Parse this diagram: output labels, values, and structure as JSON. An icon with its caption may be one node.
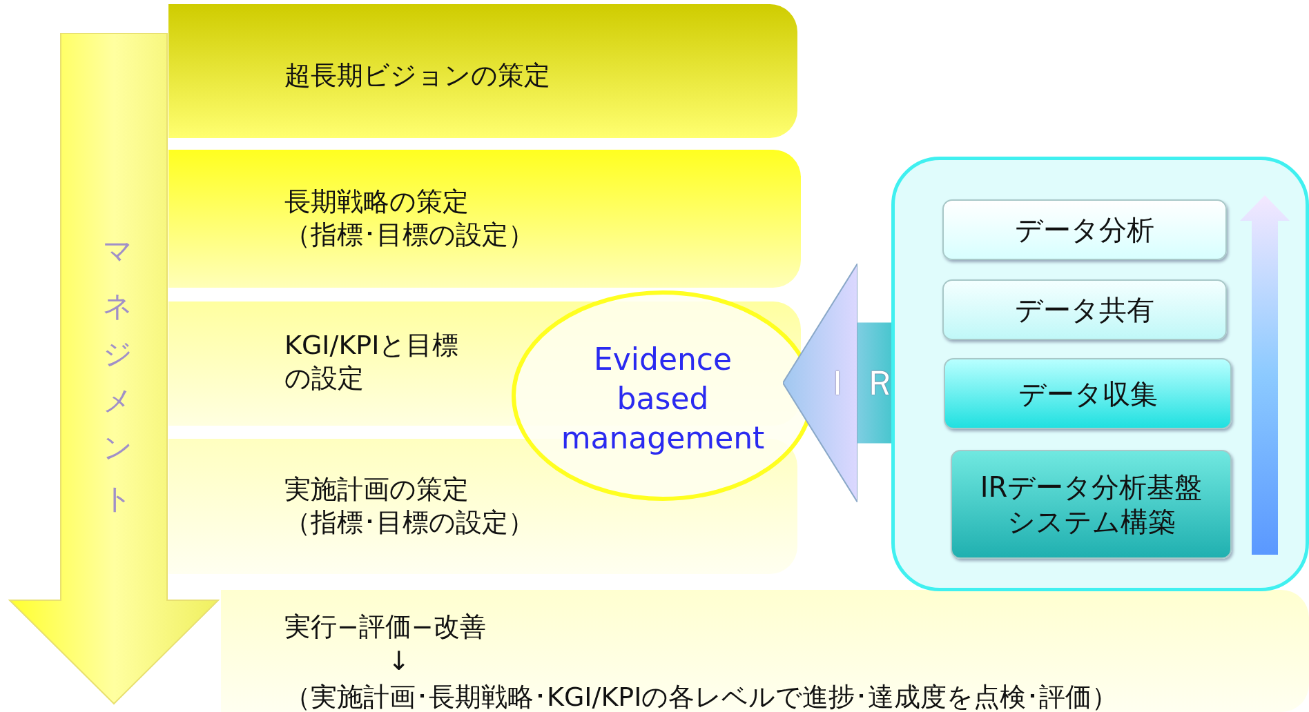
{
  "diagram": {
    "nodes": [
      {
        "text": [
          "超長期ビジョンの策定"
        ]
      },
      {
        "text": [
          "長期戦略の策定（指標･目標の設定）"
        ]
      },
      {
        "text": [
          "KGI/KPIと目標の設定"
        ]
      },
      {
        "text": [
          "実施計画の策定（指標･目標の設定）"
        ]
      },
      {
        "text": [
          "実行−評価−改善",
          "↓",
          "（実施計画･長期戦略･KGI/KPIの各レベルで進捗･達成度を点検･評価）"
        ]
      },
      {
        "text": [
          "マネジメント"
        ]
      },
      {
        "text": [
          "Evidence based management"
        ]
      },
      {
        "text": [],
        "shape": "box"
      },
      {
        "text": [
          "データ分析"
        ],
        "in": 7
      },
      {
        "text": [
          "データ共有"
        ],
        "in": 7
      },
      {
        "text": [
          "データ収集"
        ],
        "in": 7
      },
      {
        "text": [
          "IRデータ分析基盤システム構築"
        ],
        "in": 7
      }
    ],
    "edges": [
      {
        "from": 7,
        "to": 6,
        "arrow": "to",
        "label": "ＩＲ",
        "style": "thick"
      }
    ]
  }
}
